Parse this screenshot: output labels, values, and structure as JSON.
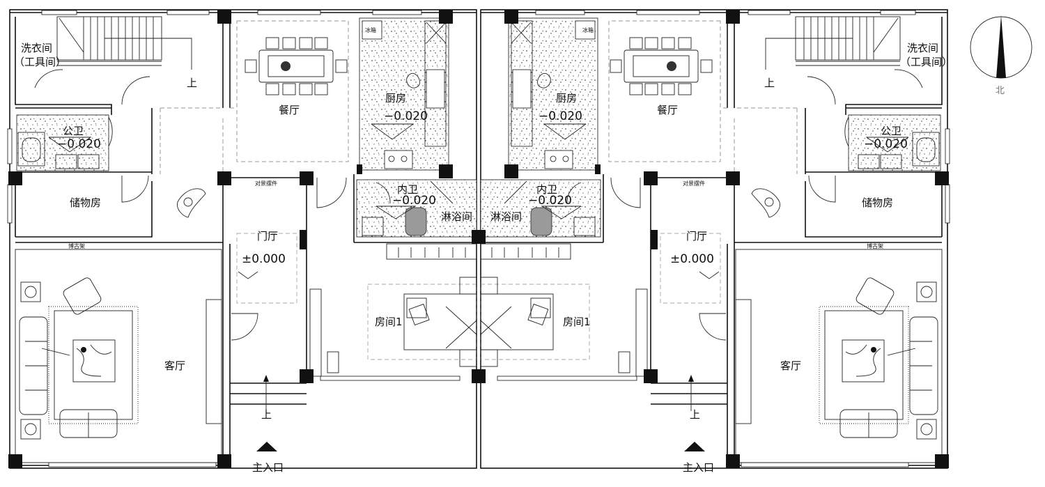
{
  "labels": {
    "laundry_line1": "洗衣间",
    "laundry_line2": "（工具间）",
    "dining": "餐厅",
    "kitchen": "厨房",
    "fridge": "冰箱",
    "public_wc": "公卫",
    "storage": "储物房",
    "ensuite_wc": "内卫",
    "shower": "淋浴间",
    "entry_hall": "门厅",
    "wall_cabinet": "对景摆件",
    "curio_shelf": "博古架",
    "living": "客厅",
    "bedroom1": "房间1",
    "stairs_up": "上",
    "main_entrance": "主入口",
    "north": "北"
  },
  "levels": {
    "wet": "−0.020",
    "hall": "±0.000"
  }
}
